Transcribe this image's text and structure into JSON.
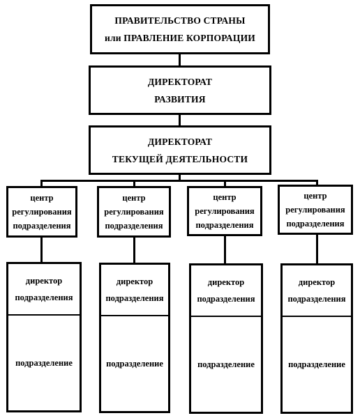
{
  "top": {
    "line1": "ПРАВИТЕЛЬСТВО  СТРАНЫ",
    "line2": "или ПРАВЛЕНИЕ  КОРПОРАЦИИ"
  },
  "development": {
    "line1": "ДИРЕКТОРАТ",
    "line2": "РАЗВИТИЯ"
  },
  "current": {
    "line1": "ДИРЕКТОРАТ",
    "line2": "ТЕКУЩЕЙ  ДЕЯТЕЛЬНОСТИ"
  },
  "centers": [
    {
      "line1": "центр",
      "line2": "регулирования",
      "line3": "подразделения"
    },
    {
      "line1": "центр",
      "line2": "регулирования",
      "line3": "подразделения"
    },
    {
      "line1": "центр",
      "line2": "регулирования",
      "line3": "подразделения"
    },
    {
      "line1": "центр",
      "line2": "регулирования",
      "line3": "подразделения"
    }
  ],
  "units": [
    {
      "director_line1": "директор",
      "director_line2": "подразделения",
      "unit": "подразделение"
    },
    {
      "director_line1": "директор",
      "director_line2": "подразделения",
      "unit": "подразделение"
    },
    {
      "director_line1": "директор",
      "director_line2": "подразделения",
      "unit": "подразделение"
    },
    {
      "director_line1": "директор",
      "director_line2": "подразделения",
      "unit": "подразделение"
    }
  ]
}
